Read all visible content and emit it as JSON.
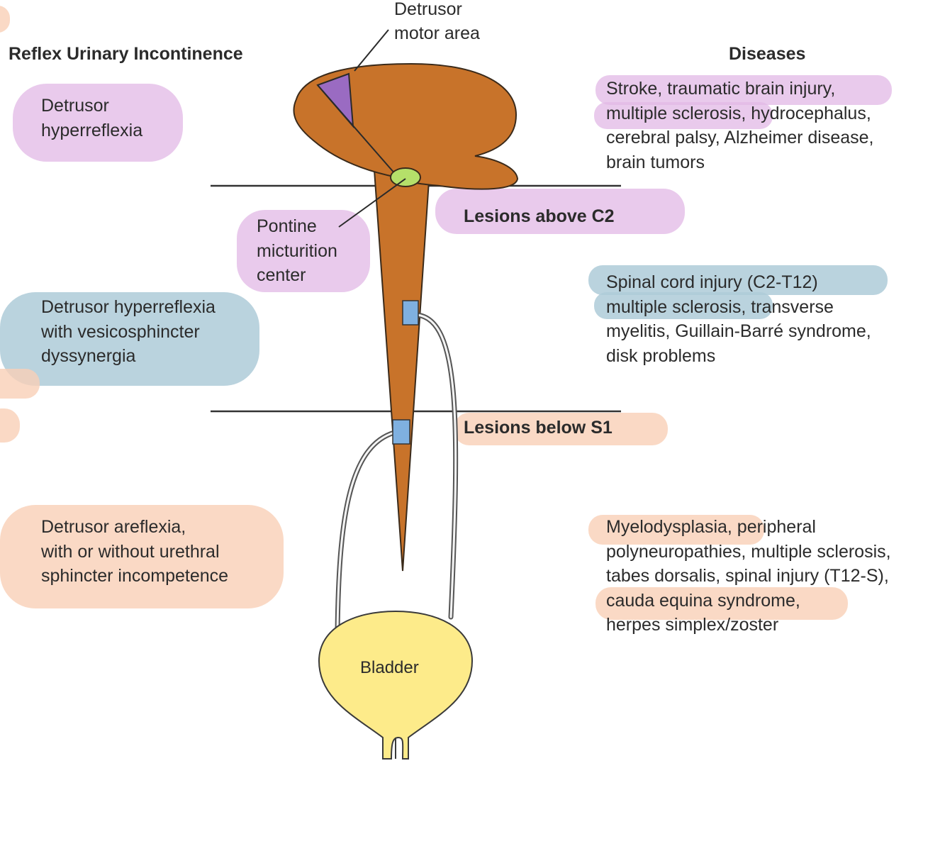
{
  "headers": {
    "left": "Reflex Urinary Incontinence",
    "right": "Diseases"
  },
  "diagram_labels": {
    "motor_area": "Detrusor\nmotor area",
    "pontine": "Pontine\nmicturition\ncenter",
    "bladder": "Bladder"
  },
  "levels": {
    "above_c2": "Lesions above C2",
    "below_s1": "Lesions below S1"
  },
  "incontinence_types": {
    "upper": "Detrusor\nhyperreflexia",
    "middle": "Detrusor hyperreflexia\nwith vesicosphincter\ndyssynergia",
    "lower": "Detrusor areflexia,\nwith or without urethral\nsphincter incompetence"
  },
  "diseases": {
    "upper": "Stroke, traumatic brain injury,\nmultiple sclerosis, hydrocephalus,\ncerebral palsy, Alzheimer disease,\nbrain tumors",
    "middle": "Spinal cord injury (C2-T12)\nmultiple sclerosis, transverse\nmyelitis, Guillain-Barré syndrome,\ndisk problems",
    "lower": "Myelodysplasia, peripheral\npolyneuropathies, multiple sclerosis,\ntabes dorsalis, spinal injury (T12-S),\ncauda equina syndrome,\nherpes simplex/zoster"
  },
  "colors": {
    "brain": "#c8732a",
    "motor_area": "#9a6bc2",
    "pontine_center": "#b5e06a",
    "spinal_node": "#7fb0e0",
    "bladder": "#fdeb8a",
    "highlight_purple": "#e2b8e6",
    "highlight_blue": "#aecbd8",
    "highlight_peach": "#f9cfb6"
  }
}
